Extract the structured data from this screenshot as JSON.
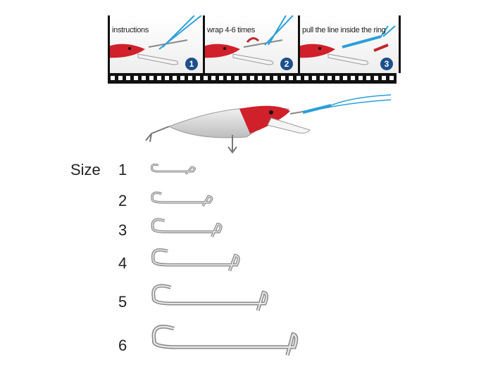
{
  "steps": [
    {
      "caption": "instructions",
      "number": "1"
    },
    {
      "caption": "wrap 4-6 times",
      "number": "2"
    },
    {
      "caption": "pull the line inside the ring",
      "number": "3"
    }
  ],
  "size_heading": "Size",
  "sizes": [
    {
      "label": "1",
      "length": 68
    },
    {
      "label": "2",
      "length": 92
    },
    {
      "label": "3",
      "length": 105
    },
    {
      "label": "4",
      "length": 130
    },
    {
      "label": "5",
      "length": 170
    },
    {
      "label": "6",
      "length": 212
    }
  ],
  "colors": {
    "line": "#2a9fd8",
    "lure_red": "#d0202a",
    "badge": "#1d4f8a"
  }
}
